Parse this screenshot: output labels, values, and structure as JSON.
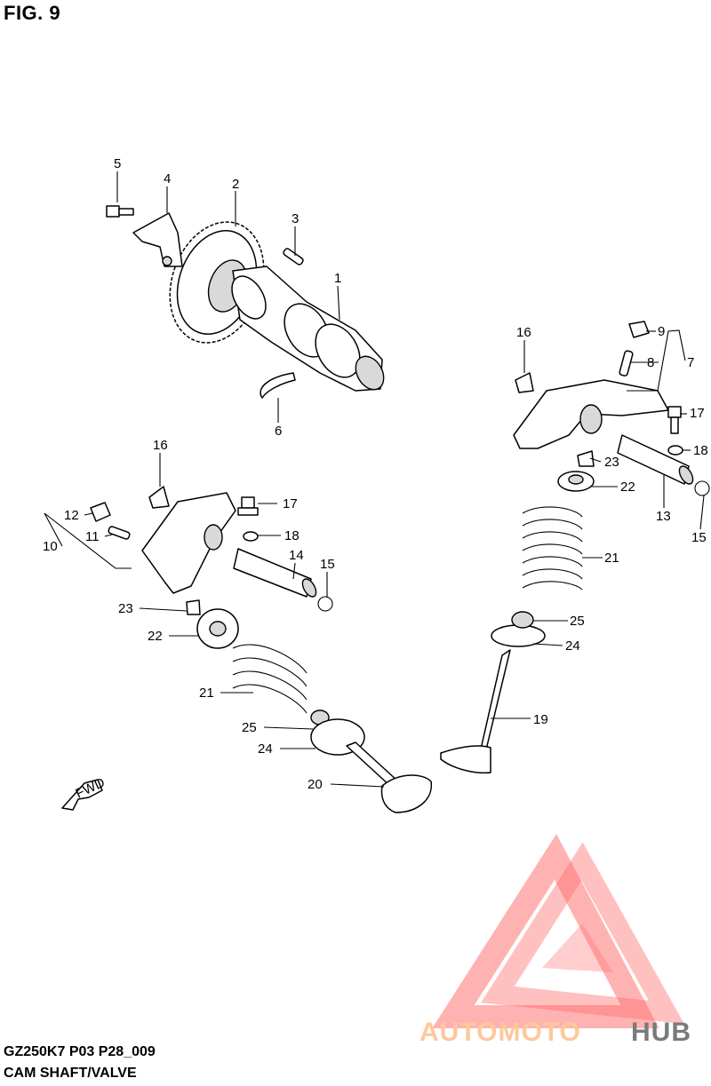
{
  "figure": {
    "title": "FIG. 9"
  },
  "footer": {
    "code": "GZ250K7 P03 P28_009",
    "name": "CAM SHAFT/VALVE"
  },
  "fwd_label": "FWD",
  "callouts": [
    "1",
    "2",
    "3",
    "4",
    "5",
    "6",
    "7",
    "8",
    "9",
    "10",
    "11",
    "12",
    "13",
    "14",
    "15",
    "16",
    "17",
    "18",
    "19",
    "20",
    "21",
    "22",
    "23",
    "24",
    "25"
  ],
  "callout_instances": [
    "1",
    "2",
    "3",
    "4",
    "5",
    "6",
    "16",
    "9",
    "8",
    "7",
    "17",
    "18",
    "23",
    "22",
    "13",
    "15",
    "21",
    "16",
    "17",
    "12",
    "11",
    "10",
    "18",
    "14",
    "15",
    "23",
    "22",
    "21",
    "25",
    "24",
    "19",
    "25",
    "24",
    "20"
  ],
  "watermark": {
    "part1": "AUTOMOTO",
    "part2": "HUB",
    "color_main": "#ffc89a",
    "color_hub": "#7a7a7a",
    "color_logo": "#ff5a5a"
  }
}
